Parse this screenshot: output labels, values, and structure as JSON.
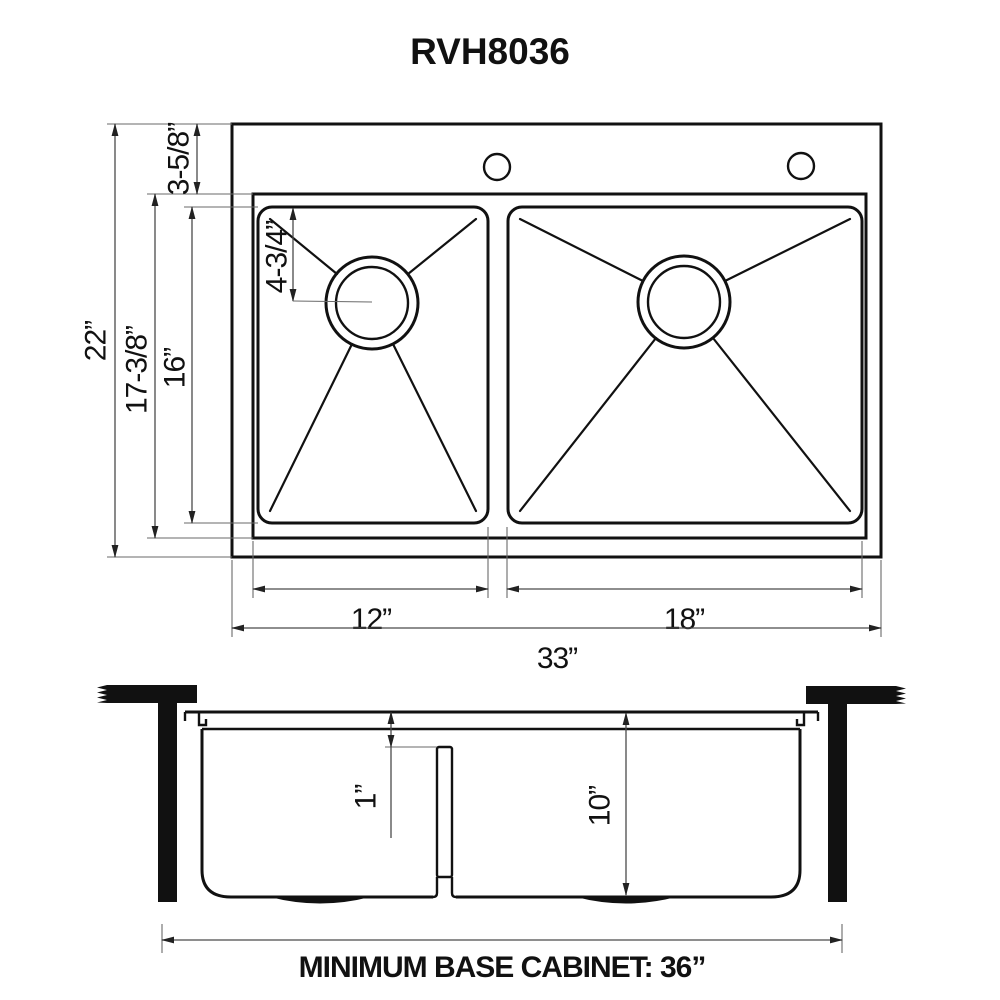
{
  "title": "RVH8036",
  "top_view": {
    "overall_height": "22”",
    "inner_height": "17-3/8”",
    "bowl_height": "16”",
    "rim_to_bowl_top": "3-5/8”",
    "drain_offset": "4-3/4”",
    "left_bowl_width": "12”",
    "right_bowl_width": "18”",
    "overall_width": "33”"
  },
  "side_view": {
    "divider_below_rim": "1”",
    "bowl_depth": "10”",
    "cabinet_note": "MINIMUM BASE CABINET: 36”"
  },
  "colors": {
    "line": "#111111",
    "dimension_line": "#4a4a4a",
    "background": "#ffffff"
  }
}
